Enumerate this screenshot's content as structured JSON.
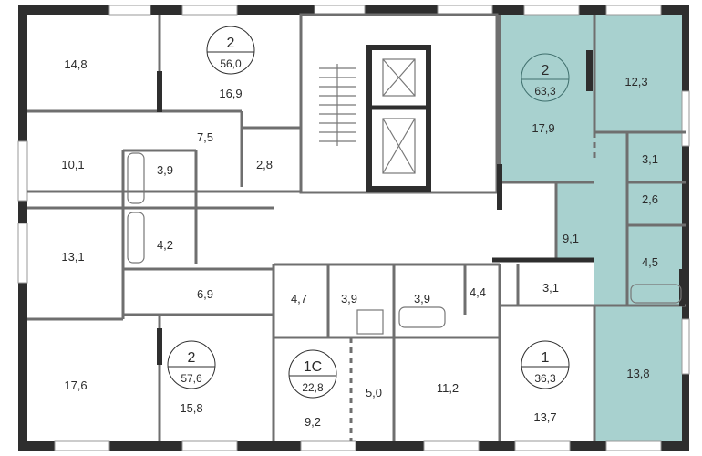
{
  "colors": {
    "highlight": "#a8d1cf",
    "wall": "#2e2e2e",
    "partition": "#6f6f6f"
  },
  "apartments": [
    {
      "rooms": "2",
      "total": "56,0"
    },
    {
      "rooms": "2",
      "total": "57,6"
    },
    {
      "rooms": "1С",
      "total": "22,8"
    },
    {
      "rooms": "1",
      "total": "36,3"
    },
    {
      "rooms": "2",
      "total": "63,3"
    }
  ],
  "rooms": {
    "r148": "14,8",
    "r169": "16,9",
    "r101": "10,1",
    "r75": "7,5",
    "r39a": "3,9",
    "r28": "2,8",
    "r131": "13,1",
    "r42": "4,2",
    "r69": "6,9",
    "r176": "17,6",
    "r158": "15,8",
    "r47": "4,7",
    "r39b": "3,9",
    "r92": "9,2",
    "r50": "5,0",
    "r39c": "3,9",
    "r44": "4,4",
    "r112": "11,2",
    "r31b": "3,1",
    "r137": "13,7",
    "r179": "17,9",
    "r123": "12,3",
    "r31a": "3,1",
    "r26": "2,6",
    "r91": "9,1",
    "r45": "4,5",
    "r138": "13,8"
  }
}
